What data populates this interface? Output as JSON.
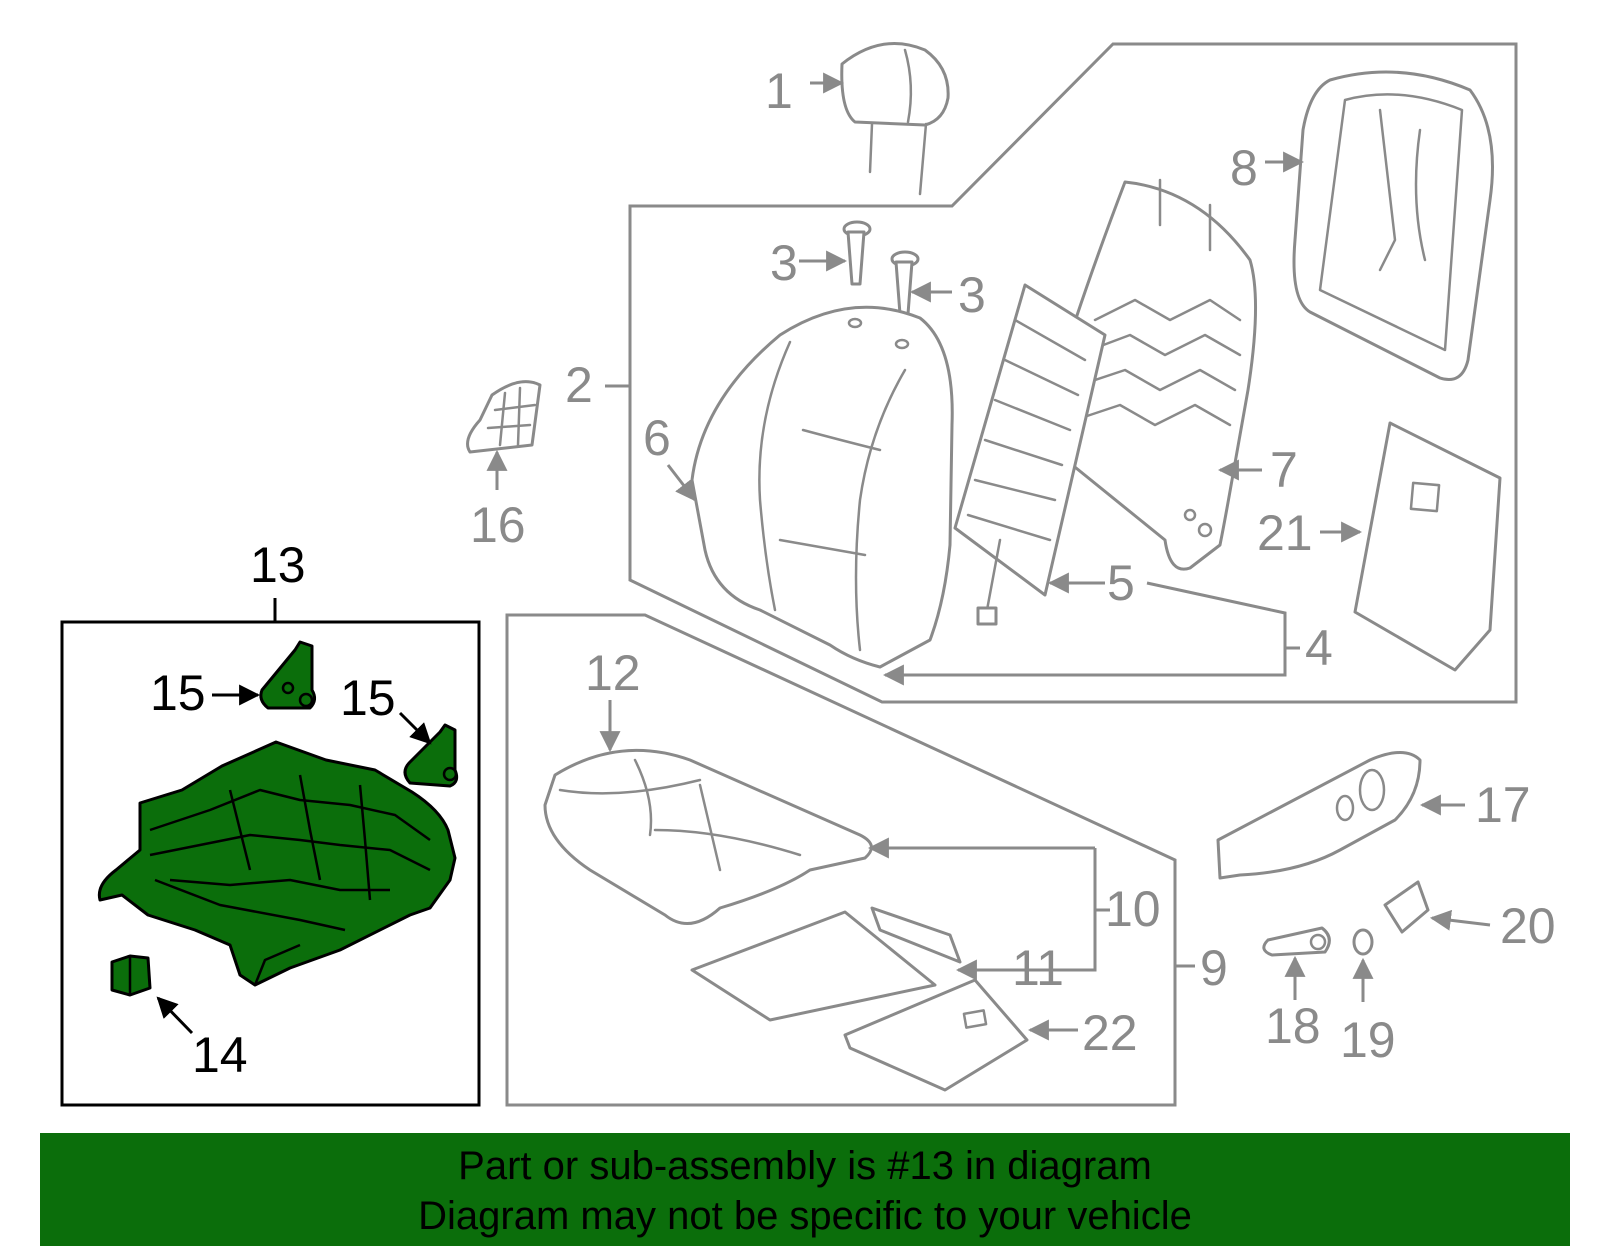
{
  "callouts": {
    "c1": "1",
    "c2": "2",
    "c3a": "3",
    "c3b": "3",
    "c4": "4",
    "c5": "5",
    "c6": "6",
    "c7": "7",
    "c8": "8",
    "c9": "9",
    "c10": "10",
    "c11": "11",
    "c12": "12",
    "c13": "13",
    "c14": "14",
    "c15a": "15",
    "c15b": "15",
    "c16": "16",
    "c17": "17",
    "c18": "18",
    "c19": "19",
    "c20": "20",
    "c21": "21",
    "c22": "22"
  },
  "highlighted_part": "13",
  "colors": {
    "highlight": "#0b6e0b",
    "outline": "#8a8a8a",
    "frame": "#000000"
  },
  "banner": {
    "line1": "Part or sub-assembly is #13 in diagram",
    "line2": "Diagram may not be specific to your vehicle"
  }
}
